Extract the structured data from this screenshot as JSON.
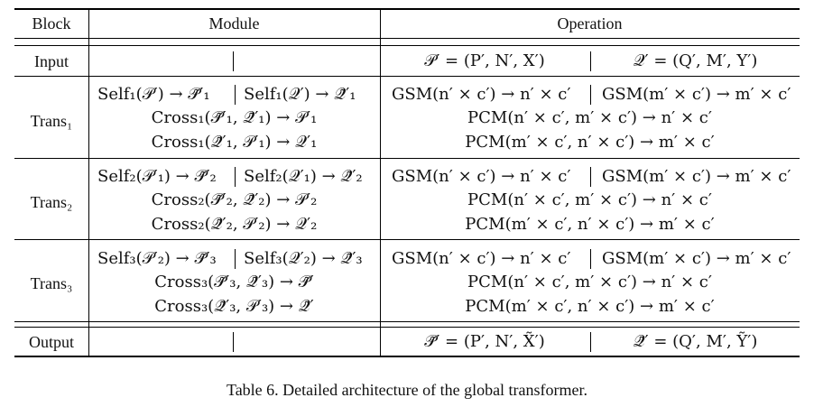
{
  "table": {
    "headers": {
      "block": "Block",
      "module": "Module",
      "operation": "Operation"
    },
    "rows": [
      {
        "block": "Input",
        "module_lines": [],
        "operation_left": "𝒫′ = (P′, N′, X′)",
        "operation_right": "𝒬′ = (Q′, M′, Y′)",
        "operation_lines": []
      },
      {
        "block": "Trans₁",
        "module_top_left": "Self₁(𝒫′) → 𝒫̃′₁",
        "module_top_right": "Self₁(𝒬′) → 𝒬̃′₁",
        "module_lines": [
          "Cross₁(𝒫̃′₁, 𝒬̃′₁) → 𝒫′₁",
          "Cross₁(𝒬̃′₁, 𝒫′₁) → 𝒬′₁"
        ],
        "operation_top_left": "GSM(n′ × c′) → n′ × c′",
        "operation_top_right": "GSM(m′ × c′) → m′ × c′",
        "operation_lines": [
          "PCM(n′ × c′, m′ × c′) → n′ × c′",
          "PCM(m′ × c′, n′ × c′) → m′ × c′"
        ]
      },
      {
        "block": "Trans₂",
        "module_top_left": "Self₂(𝒫′₁) → 𝒫̃′₂",
        "module_top_right": "Self₂(𝒬′₁) → 𝒬̃′₂",
        "module_lines": [
          "Cross₂(𝒫̃′₂, 𝒬̃′₂) → 𝒫′₂",
          "Cross₂(𝒬̃′₂, 𝒫′₂) → 𝒬′₂"
        ],
        "operation_top_left": "GSM(n′ × c′) → n′ × c′",
        "operation_top_right": "GSM(m′ × c′) → m′ × c′",
        "operation_lines": [
          "PCM(n′ × c′, m′ × c′) → n′ × c′",
          "PCM(m′ × c′, n′ × c′) → m′ × c′"
        ]
      },
      {
        "block": "Trans₃",
        "module_top_left": "Self₃(𝒫′₂) → 𝒫̃′₃",
        "module_top_right": "Self₃(𝒬′₂) → 𝒬̃′₃",
        "module_lines": [
          "Cross₃(𝒫̃′₃, 𝒬̃′₃) → 𝒫̃′",
          "Cross₃(𝒬̃′₃, 𝒫′₃) → 𝒬̃′"
        ],
        "operation_top_left": "GSM(n′ × c′) → n′ × c′",
        "operation_top_right": "GSM(m′ × c′) → m′ × c′",
        "operation_lines": [
          "PCM(n′ × c′, m′ × c′) → n′ × c′",
          "PCM(m′ × c′, n′ × c′) → m′ × c′"
        ]
      },
      {
        "block": "Output",
        "module_lines": [],
        "operation_left": "𝒫̃′ = (P′, N′, X̃′)",
        "operation_right": "𝒬̃′ = (Q′, M′, Ỹ′)",
        "operation_lines": []
      }
    ]
  },
  "caption": "Table 6. Detailed architecture of the global transformer."
}
